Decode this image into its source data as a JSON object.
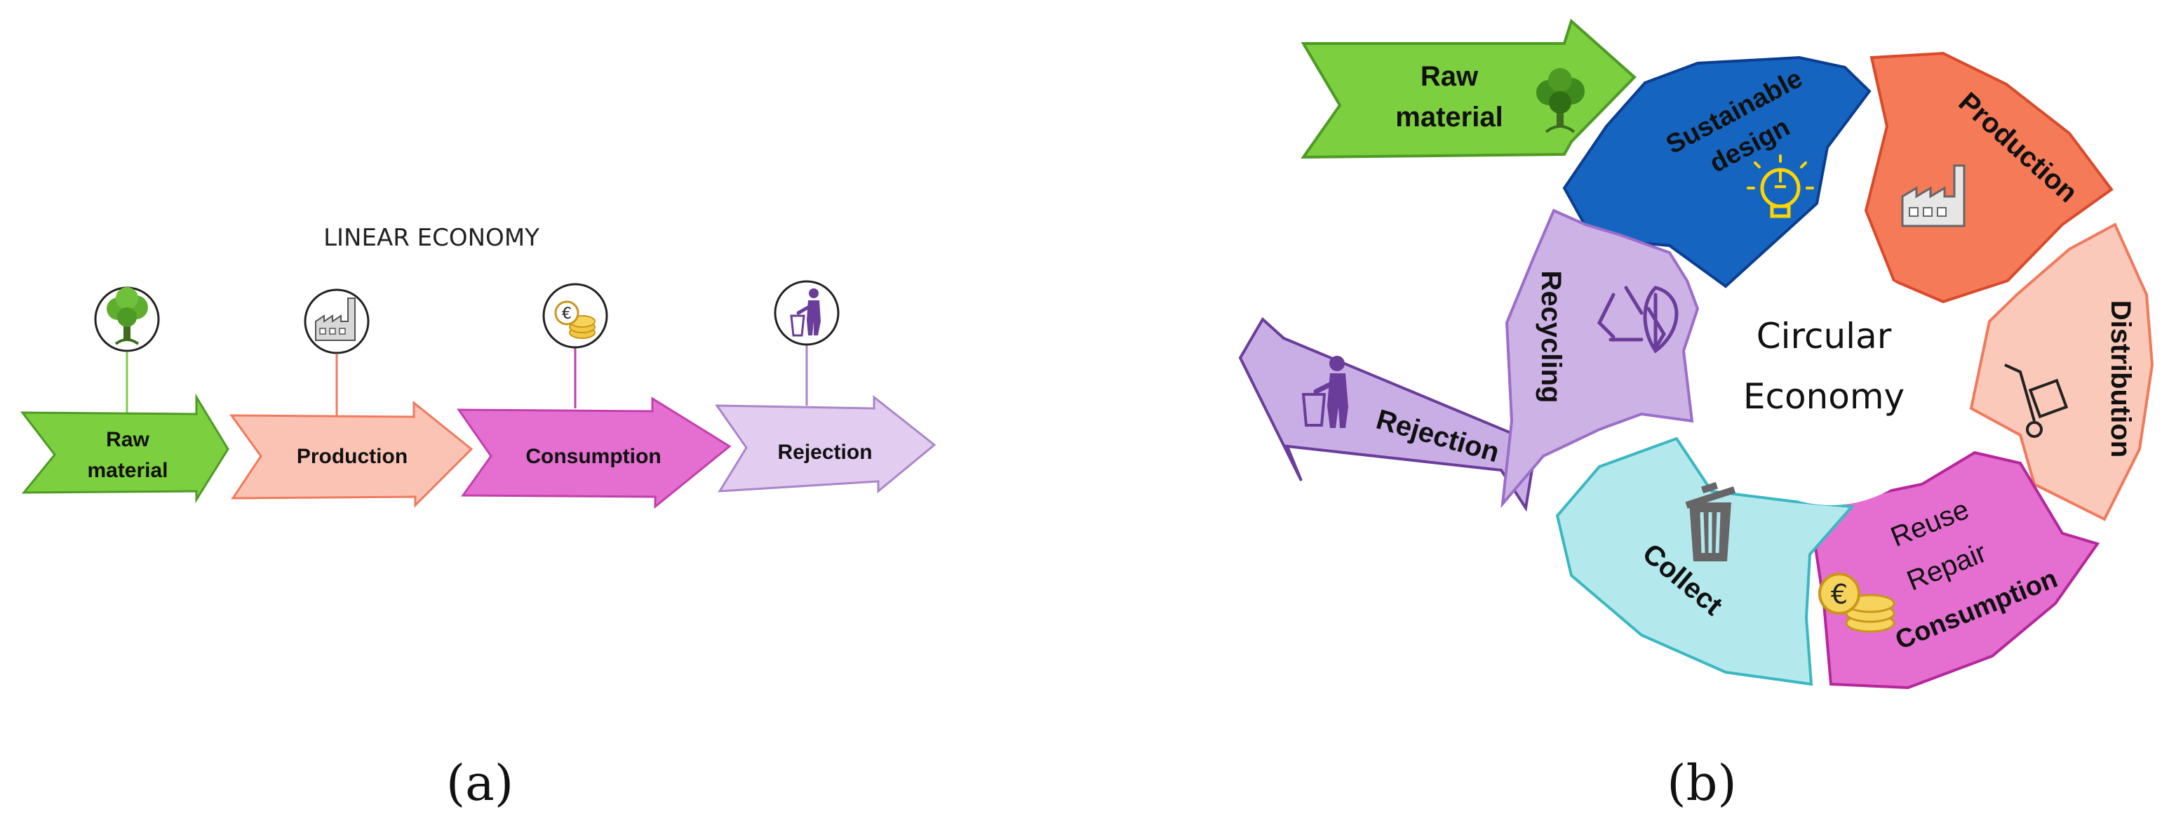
{
  "panel_a": {
    "title": "LINEAR ECONOMY",
    "steps": [
      {
        "line1": "Raw",
        "line2": "material",
        "icon": "tree-icon",
        "fill": "#7ccf3f",
        "stroke": "#4e9a25"
      },
      {
        "line1": "Production",
        "line2": "",
        "icon": "factory-icon",
        "fill": "#fbc3b4",
        "stroke": "#f07a5e"
      },
      {
        "line1": "Consumption",
        "line2": "",
        "icon": "euro-coins-icon",
        "fill": "#e46fd0",
        "stroke": "#c23fae"
      },
      {
        "line1": "Rejection",
        "line2": "",
        "icon": "trash-person-icon",
        "fill": "#e2cdf1",
        "stroke": "#a986c9"
      }
    ],
    "caption": "(a)"
  },
  "panel_b": {
    "center_line1": "Circular",
    "center_line2": "Economy",
    "raw_material": {
      "line1": "Raw",
      "line2": "material",
      "icon": "tree-icon",
      "fill": "#7ccf3f"
    },
    "rejection": {
      "label": "Rejection",
      "icon": "trash-person-icon",
      "fill": "#c9aee6"
    },
    "segments": [
      {
        "line1": "Sustainable",
        "line2": "design",
        "icon": "lightbulb-icon",
        "fill": "#1565c0"
      },
      {
        "line1": "Production",
        "line2": "",
        "icon": "factory-icon",
        "fill": "#f47a58"
      },
      {
        "line1": "Distribution",
        "line2": "",
        "icon": "hand-truck-icon",
        "fill": "#fbc9b9"
      },
      {
        "line1": "Reuse",
        "line2": "Repair",
        "line3": "Consumption",
        "icon": "euro-coins-icon",
        "fill": "#e46fd0"
      },
      {
        "line1": "Collect",
        "line2": "",
        "icon": "trash-can-icon",
        "fill": "#b3e9ed"
      },
      {
        "line1": "Recycling",
        "line2": "",
        "icon": "recycle-icon",
        "fill": "#cdb2e6"
      }
    ],
    "caption": "(b)"
  }
}
